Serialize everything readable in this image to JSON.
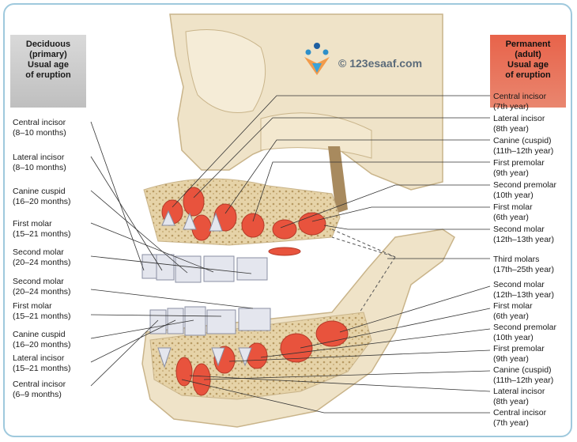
{
  "watermark": "© 123esaaf.com",
  "headers": {
    "deciduous": [
      "Deciduous",
      "(primary)",
      "Usual age",
      "of eruption"
    ],
    "permanent": [
      "Permanent",
      "(adult)",
      "Usual age",
      "of eruption"
    ]
  },
  "left_labels": [
    [
      "Central incisor",
      "(8–10 months)"
    ],
    [
      "Lateral incisor",
      "(8–10 months)"
    ],
    [
      "Canine cuspid",
      "(16–20 months)"
    ],
    [
      "First molar",
      "(15–21 months)"
    ],
    [
      "Second molar",
      "(20–24 months)"
    ],
    [
      "Second molar",
      "(20–24 months)"
    ],
    [
      "First molar",
      "(15–21 months)"
    ],
    [
      "Canine cuspid",
      "(16–20 months)"
    ],
    [
      "Lateral incisor",
      "(15–21 months)"
    ],
    [
      "Central incisor",
      "(6–9 months)"
    ]
  ],
  "right_labels": [
    [
      "Central incisor",
      "(7th year)"
    ],
    [
      "Lateral incisor",
      "(8th year)"
    ],
    [
      "Canine (cuspid)",
      "(11th–12th year)"
    ],
    [
      "First premolar",
      "(9th year)"
    ],
    [
      "Second premolar",
      "(10th year)"
    ],
    [
      "First molar",
      "(6th year)"
    ],
    [
      "Second molar",
      "(12th–13th year)"
    ],
    [
      "Third molars",
      "(17th–25th year)"
    ],
    [
      "Second molar",
      "(12th–13th year)"
    ],
    [
      "First molar",
      "(6th year)"
    ],
    [
      "Second premolar",
      "(10th year)"
    ],
    [
      "First premolar",
      "(9th year)"
    ],
    [
      "Canine (cuspid)",
      "(11th–12th year)"
    ],
    [
      "Lateral incisor",
      "(8th year)"
    ],
    [
      "Central incisor",
      "(7th year)"
    ]
  ],
  "colors": {
    "bone": "#efe3c8",
    "bone_outline": "#c9b48a",
    "permanent_tooth": "#e8533d",
    "deciduous_tooth": "#e4e6ee",
    "frame": "#9fc9dd"
  }
}
